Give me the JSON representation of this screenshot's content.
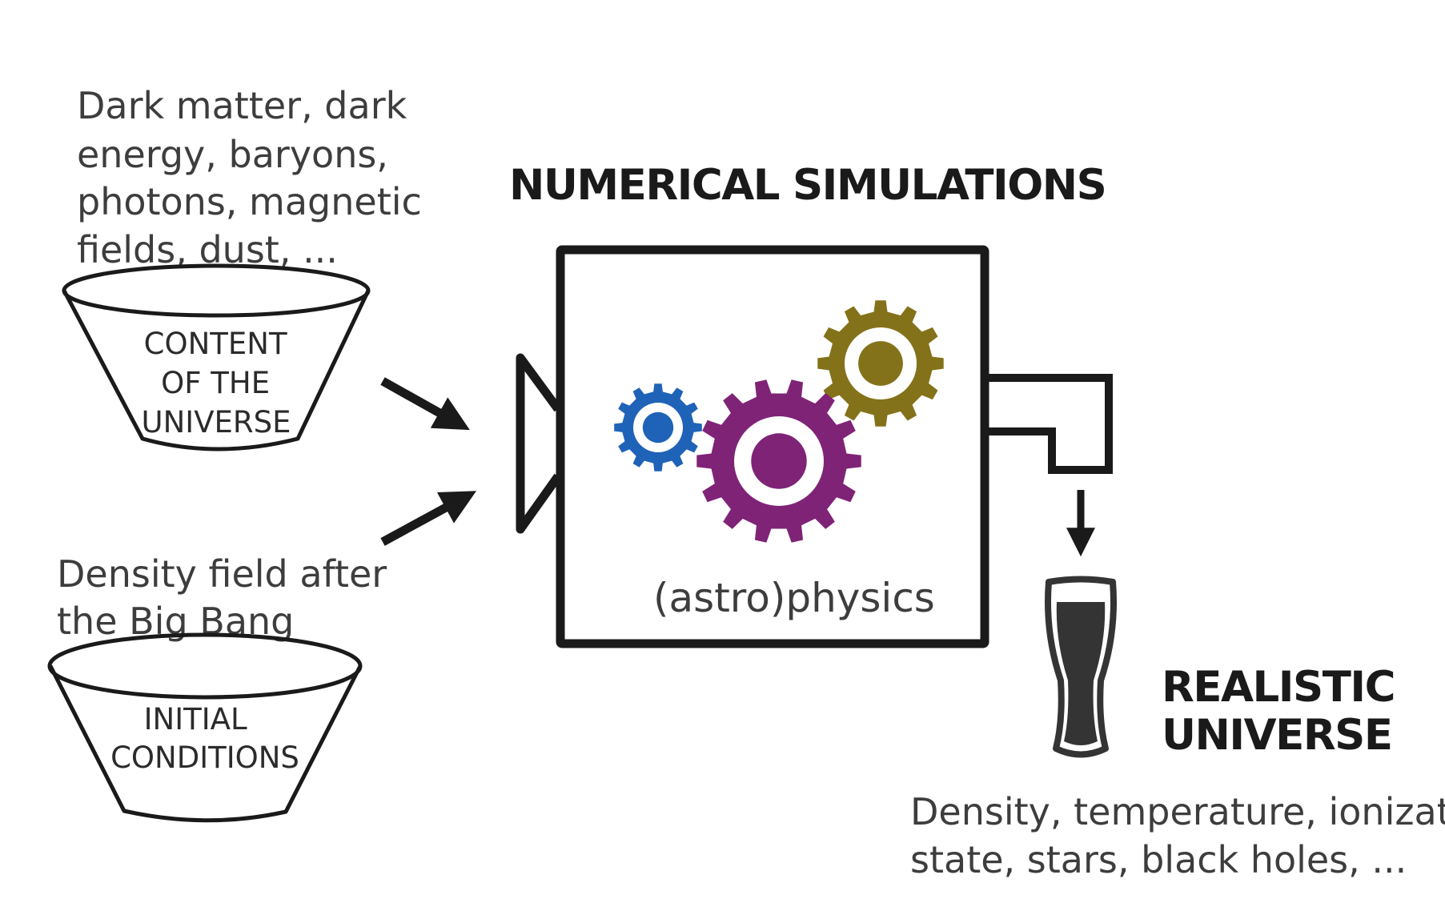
{
  "inputs": {
    "content": {
      "description": [
        "Dark matter, dark",
        "energy, baryons,",
        "photons, magnetic",
        "fields, dust, ..."
      ],
      "label": [
        "CONTENT",
        "OF THE",
        "UNIVERSE"
      ]
    },
    "initial": {
      "description": [
        "Density field after",
        "the Big Bang"
      ],
      "label": [
        "INITIAL",
        "CONDITIONS"
      ]
    }
  },
  "machine": {
    "title": "NUMERICAL SIMULATIONS",
    "label": "(astro)physics",
    "gears": [
      {
        "name": "blue-gear",
        "color": "#1f63b8"
      },
      {
        "name": "purple-gear",
        "color": "#7f2377"
      },
      {
        "name": "olive-gear",
        "color": "#84721a"
      }
    ]
  },
  "output": {
    "title": [
      "REALISTIC",
      "UNIVERSE"
    ],
    "description": [
      "Density, temperature, ionization",
      "state, stars, black holes, ..."
    ],
    "beer_fill_color": "#343434"
  }
}
